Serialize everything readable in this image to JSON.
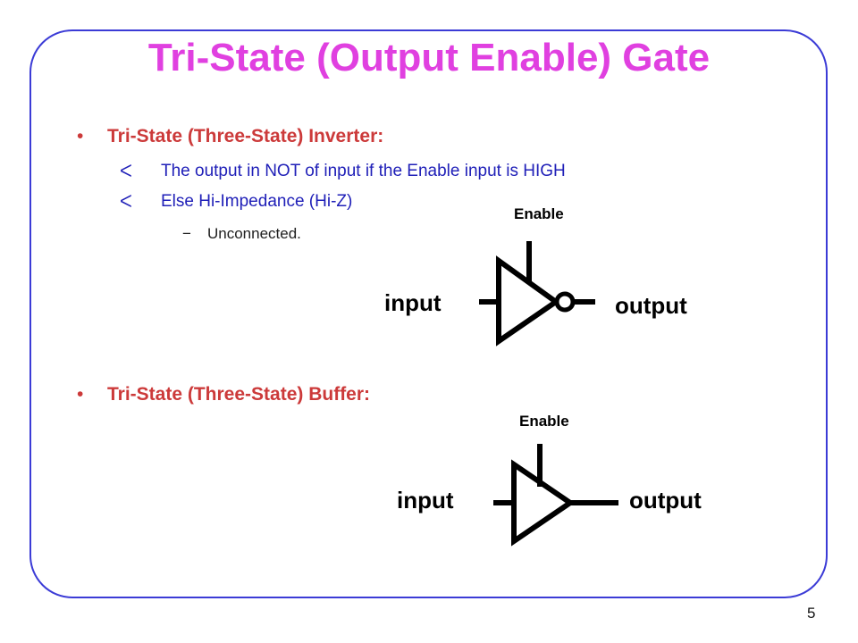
{
  "slide": {
    "title": "Tri-State (Output Enable) Gate",
    "page_number": "5"
  },
  "bullets": {
    "inverter": {
      "heading": "Tri-State (Three-State) Inverter:",
      "sub1": "The output in NOT of input if the Enable input is HIGH",
      "sub2": "Else Hi-Impedance (Hi-Z)",
      "subsub": "Unconnected."
    },
    "buffer": {
      "heading": "Tri-State (Three-State) Buffer:"
    }
  },
  "inverter_diagram": {
    "enable": "Enable",
    "input": "input",
    "output": "output"
  },
  "buffer_diagram": {
    "enable": "Enable",
    "input": "input",
    "output": "output"
  },
  "symbols": {
    "bullet": "•",
    "arrow": "ᐸ",
    "dash": "−"
  }
}
